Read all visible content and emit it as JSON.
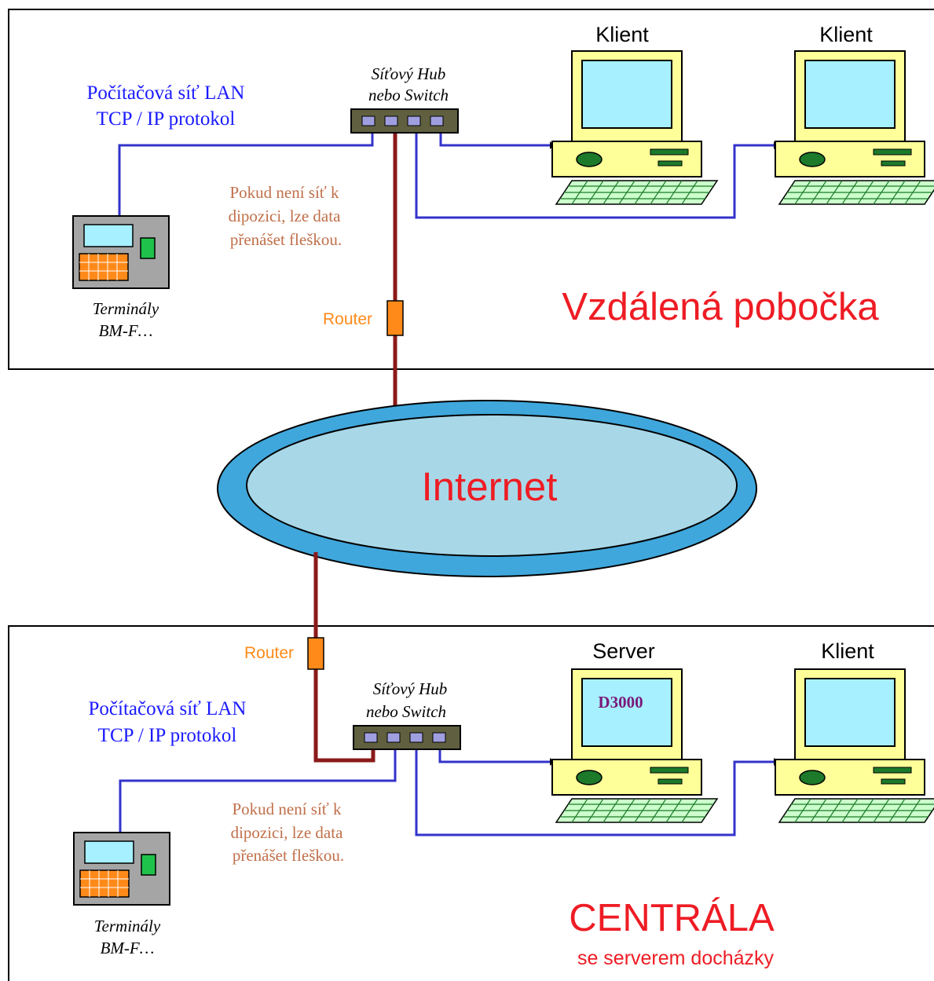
{
  "colors": {
    "lan_cable": "#3333cc",
    "wan_cable": "#8b1a1a",
    "lan_text": "#1a1aff",
    "note_text": "#c0704a",
    "router": "#ff8a1a",
    "title_text": "#ee1c24",
    "monitor": "#ffff99",
    "screen": "#a6f0ff",
    "internet_ring": "#3fa7dc",
    "internet_fill": "#a8d8e8"
  },
  "branch": {
    "lan_label_line1": "Počítačová síť LAN",
    "lan_label_line2": "TCP / IP protokol",
    "hub_label_line1": "Síťový Hub",
    "hub_label_line2": "nebo Switch",
    "note_line1": "Pokud není síť k",
    "note_line2": "dipozici, lze data",
    "note_line3": "přenášet fleškou.",
    "terminal_label_line1": "Terminály",
    "terminal_label_line2": "BM-F…",
    "router_label": "Router",
    "pc1_label": "Klient",
    "pc2_label": "Klient",
    "title": "Vzdálená pobočka"
  },
  "internet": {
    "label": "Internet"
  },
  "central": {
    "lan_label_line1": "Počítačová síť LAN",
    "lan_label_line2": "TCP / IP protokol",
    "hub_label_line1": "Síťový Hub",
    "hub_label_line2": "nebo Switch",
    "note_line1": "Pokud není síť k",
    "note_line2": "dipozici, lze data",
    "note_line3": "přenášet fleškou.",
    "terminal_label_line1": "Terminály",
    "terminal_label_line2": "BM-F…",
    "router_label": "Router",
    "server_label": "Server",
    "server_screen_text": "D3000",
    "pc2_label": "Klient",
    "title": "CENTRÁLA",
    "subtitle": "se serverem docházky"
  }
}
